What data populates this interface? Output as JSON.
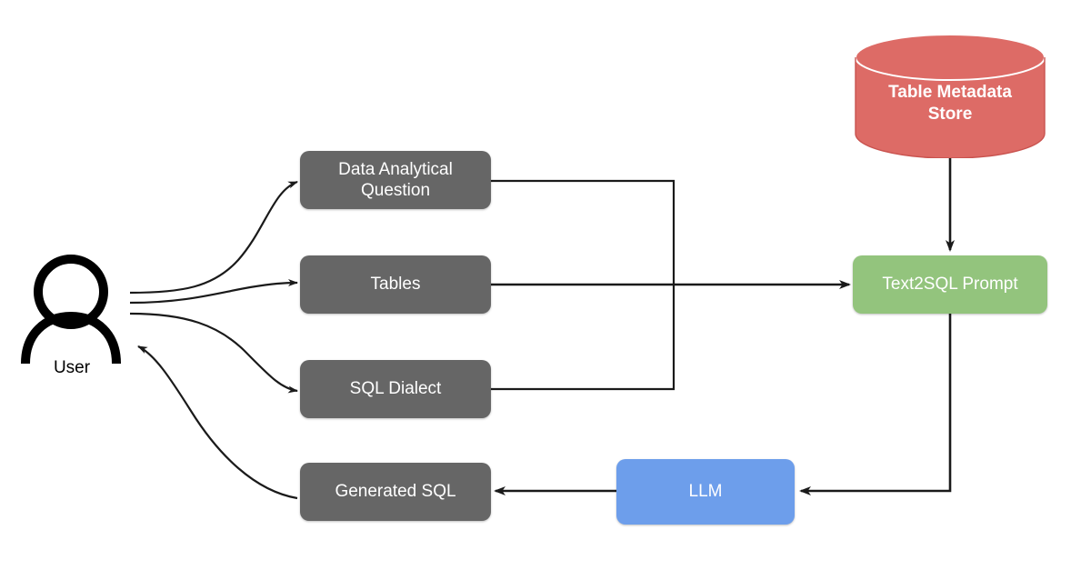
{
  "diagram": {
    "title": "Text2SQL pipeline flow diagram",
    "background": "#ffffff",
    "colors": {
      "gray_node": "#666666",
      "green_node": "#93c47d",
      "blue_node": "#6d9eeb",
      "red_cylinder": "#dd6b66",
      "connector": "#1a1a1a",
      "actor": "#000000",
      "node_text": "#ffffff"
    },
    "actor": {
      "name": "user-actor",
      "label": "User"
    },
    "nodes": [
      {
        "id": "data-analytical-question",
        "label": "Data Analytical\nQuestion",
        "shape": "rounded-rect",
        "color": "#666666"
      },
      {
        "id": "tables",
        "label": "Tables",
        "shape": "rounded-rect",
        "color": "#666666"
      },
      {
        "id": "sql-dialect",
        "label": "SQL Dialect",
        "shape": "rounded-rect",
        "color": "#666666"
      },
      {
        "id": "generated-sql",
        "label": "Generated SQL",
        "shape": "rounded-rect",
        "color": "#666666"
      },
      {
        "id": "table-metadata-store",
        "label": "Table Metadata\nStore",
        "shape": "cylinder",
        "color": "#dd6b66"
      },
      {
        "id": "text2sql-prompt",
        "label": "Text2SQL Prompt",
        "shape": "rounded-rect",
        "color": "#93c47d"
      },
      {
        "id": "llm",
        "label": "LLM",
        "shape": "rounded-rect",
        "color": "#6d9eeb"
      }
    ],
    "edges": [
      {
        "from": "user-actor",
        "to": "data-analytical-question",
        "style": "curved",
        "arrow": "end"
      },
      {
        "from": "user-actor",
        "to": "tables",
        "style": "curved",
        "arrow": "end"
      },
      {
        "from": "user-actor",
        "to": "sql-dialect",
        "style": "curved",
        "arrow": "end"
      },
      {
        "from": "data-analytical-question",
        "to": "text2sql-prompt",
        "style": "orthogonal",
        "arrow": "end"
      },
      {
        "from": "tables",
        "to": "text2sql-prompt",
        "style": "straight",
        "arrow": "end"
      },
      {
        "from": "sql-dialect",
        "to": "text2sql-prompt",
        "style": "orthogonal",
        "arrow": "end"
      },
      {
        "from": "table-metadata-store",
        "to": "text2sql-prompt",
        "style": "straight",
        "arrow": "end"
      },
      {
        "from": "text2sql-prompt",
        "to": "llm",
        "style": "orthogonal",
        "arrow": "end"
      },
      {
        "from": "llm",
        "to": "generated-sql",
        "style": "straight",
        "arrow": "end"
      },
      {
        "from": "generated-sql",
        "to": "user-actor",
        "style": "curved",
        "arrow": "end"
      }
    ]
  }
}
